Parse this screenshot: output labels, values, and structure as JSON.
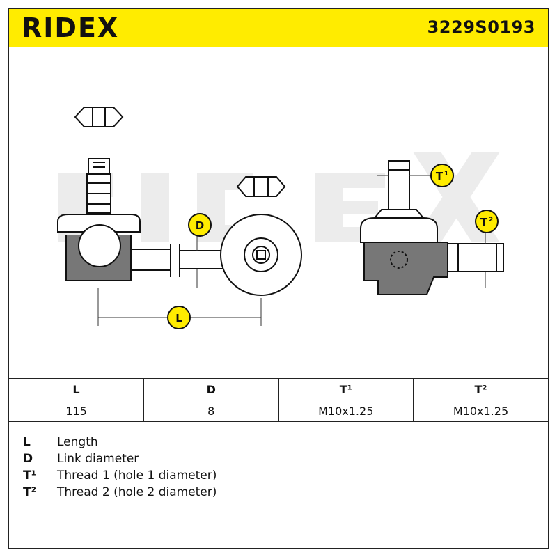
{
  "header": {
    "brand": "RIDEX",
    "part_number": "3229S0193",
    "brand_color": "#ffec00"
  },
  "drawing": {
    "labels": {
      "d": "D",
      "l": "L",
      "t1": "T",
      "t1_sup": "1",
      "t2": "T",
      "t2_sup": "2"
    }
  },
  "table": {
    "headers": [
      "L",
      "D",
      "T¹",
      "T²"
    ],
    "values": [
      "115",
      "8",
      "M10x1.25",
      "M10x1.25"
    ]
  },
  "legend": [
    {
      "symbol": "L",
      "description": "Length"
    },
    {
      "symbol": "D",
      "description": "Link diameter"
    },
    {
      "symbol": "T¹",
      "description": "Thread 1 (hole 1 diameter)"
    },
    {
      "symbol": "T²",
      "description": "Thread 2 (hole 2 diameter)"
    }
  ]
}
